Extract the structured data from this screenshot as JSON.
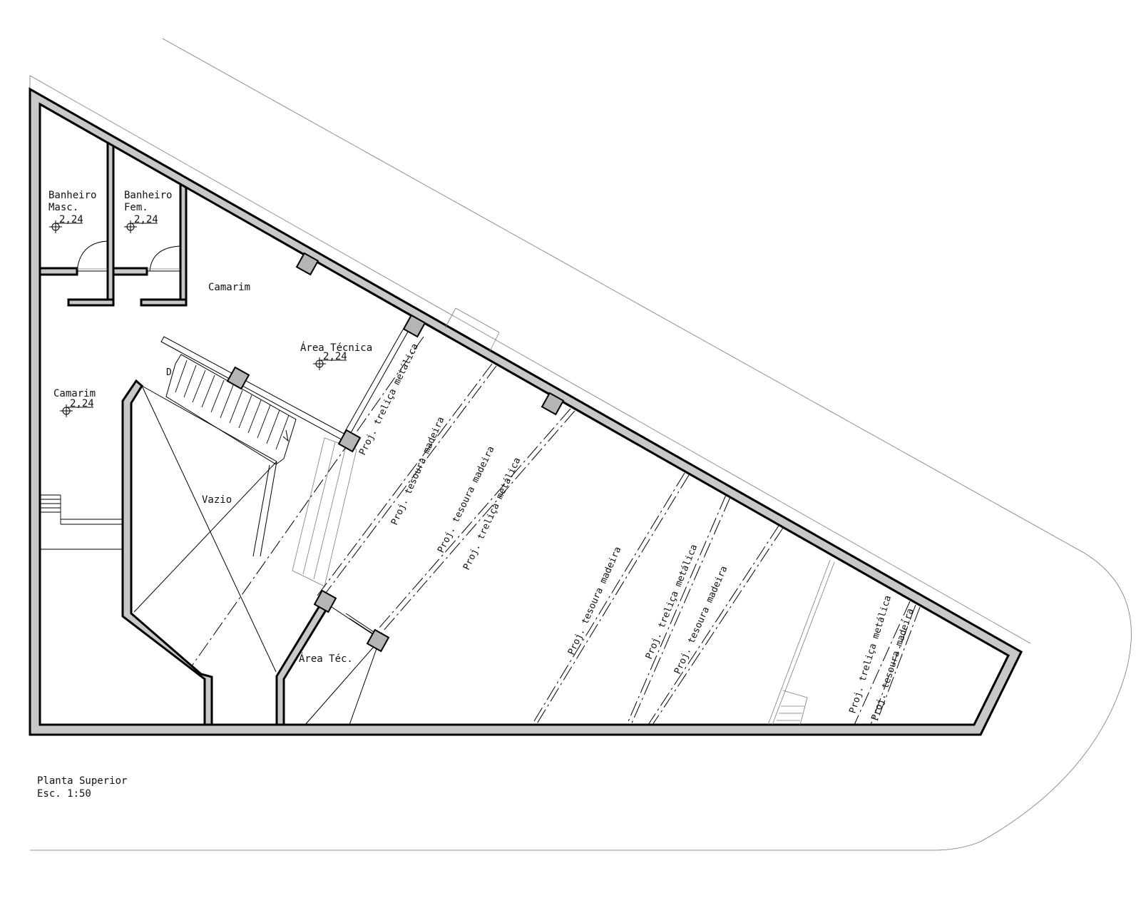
{
  "rooms": {
    "bath_masc": {
      "line1": "Banheiro",
      "line2": "Masc.",
      "level": "2,24"
    },
    "bath_fem": {
      "line1": "Banheiro",
      "line2": "Fem.",
      "level": "2,24"
    },
    "camarim_top": "Camarim",
    "camarim_left": {
      "name": "Camarim",
      "level": "2,24"
    },
    "area_tecnica": {
      "name": "Área Técnica",
      "level": "2,24"
    },
    "area_tec_small": "Área Téc.",
    "vazio": "Vazio",
    "stair_mark": "D"
  },
  "beams": {
    "b1": "Proj. treliça metálica",
    "b2": "Proj. tesoura madeira",
    "b3": "Proj. tesoura madeira",
    "b4": "Proj. treliça metálica",
    "b5": "Proj. tesoura madeira",
    "b6": "Proj. treliça metálica",
    "b7": "Proj. tesoura madeira",
    "b8": "Proj. treliça metálica",
    "b9": "Proj. tesoura madeira"
  },
  "caption": {
    "title": "Planta Superior",
    "scale": "Esc. 1:50"
  },
  "colors": {
    "wall_fill": "#c8c8c8",
    "line": "#000000",
    "background": "#ffffff"
  }
}
